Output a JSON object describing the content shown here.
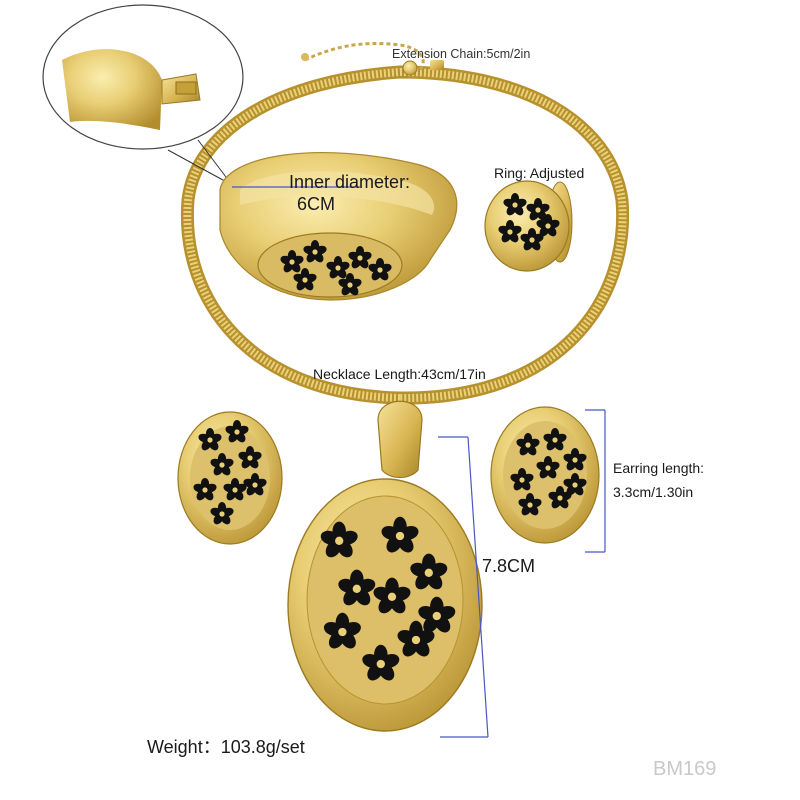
{
  "labels": {
    "extension_chain": "Extension Chain:5cm/2in",
    "inner_diameter_title": "Inner diameter:",
    "inner_diameter_value": "6CM",
    "ring": "Ring: Adjusted",
    "necklace_length": "Necklace Length:43cm/17in",
    "earring_length_title": "Earring length:",
    "earring_length_value": "3.3cm/1.30in",
    "pendant_length": "7.8CM",
    "weight": "Weight：103.8g/set",
    "watermark": "BM169"
  },
  "colors": {
    "gold": "#e3c667",
    "gold_dark": "#b8942f",
    "enamel": "#111111",
    "dimension_line": "#4a56c9"
  }
}
